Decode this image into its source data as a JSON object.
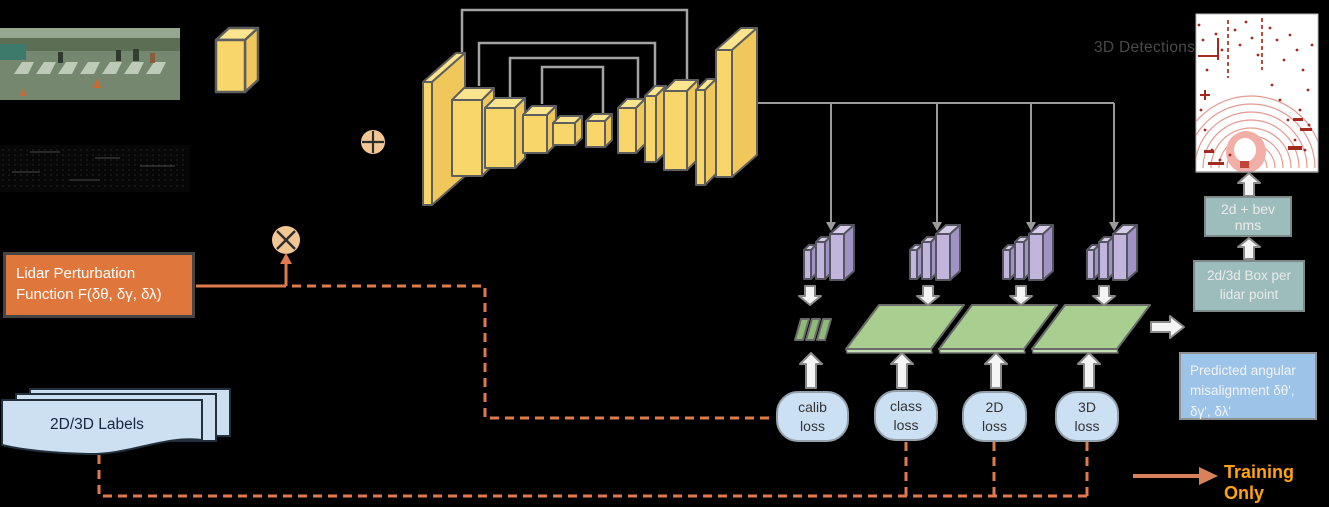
{
  "perturbation": {
    "line1": "Lidar Perturbation",
    "line2": "Function F(δθ, δγ, δλ)"
  },
  "labels_stack": {
    "label": "2D/3D Labels"
  },
  "losses": [
    {
      "line1": "calib",
      "line2": "loss"
    },
    {
      "line1": "class",
      "line2": "loss"
    },
    {
      "line1": "2D",
      "line2": "loss"
    },
    {
      "line1": "3D",
      "line2": "loss"
    }
  ],
  "detections_label": "3D Detections",
  "right": {
    "nms_box": "2d + bev nms",
    "box_per_point": {
      "line1": "2d/3d Box per",
      "line2": "lidar point"
    },
    "predicted": {
      "line1": "Predicted angular",
      "line2": "misalignment  δθ',",
      "line3": "δγ', δλ'"
    }
  },
  "legend": {
    "training_only": "Training Only"
  },
  "icons": {
    "add_node": "circle-plus",
    "multiply_node": "circle-multiply"
  },
  "colors": {
    "accent_orange": "#DF7A4C",
    "perturbation_box": "#DF763B",
    "training_only_text": "#FFA40D",
    "network_block": "#F8D66A",
    "head_block": "#C1B5DE",
    "feature_plane": "#A9CF90",
    "loss_box": "#CCE0F4",
    "info_box_teal": "#9DBDBD",
    "info_box_blue": "#9CC3E8",
    "detections_text": "#4A4A4A"
  }
}
